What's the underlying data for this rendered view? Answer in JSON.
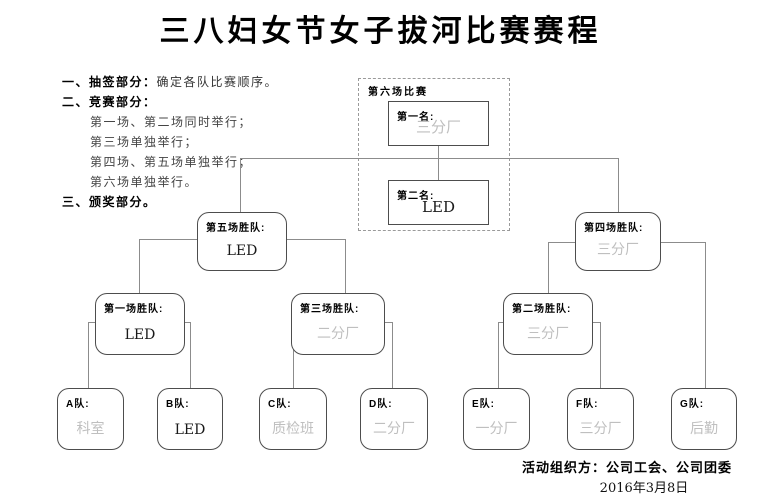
{
  "title": "三八妇女节女子拔河比赛赛程",
  "notes": {
    "item1": {
      "label": "一、抽签部分：",
      "text": "确定各队比赛顺序。"
    },
    "item2": {
      "label": "二、竞赛部分："
    },
    "sub": [
      "第一场、第二场同时举行；",
      "第三场单独举行；",
      "第四场、第五场单独举行；",
      "第六场单独举行。"
    ],
    "item3": {
      "label": "三、颁奖部分。"
    }
  },
  "final_group": {
    "label": "第六场比赛",
    "first": {
      "label": "第一名:",
      "value": "三分厂"
    },
    "second": {
      "label": "第二名:",
      "value": "LED"
    }
  },
  "bracket": {
    "round3": [
      {
        "label": "第五场胜队:",
        "value": "LED"
      },
      {
        "label": "第四场胜队:",
        "value": "三分厂"
      }
    ],
    "round2": [
      {
        "label": "第一场胜队:",
        "value": "LED"
      },
      {
        "label": "第三场胜队:",
        "value": "二分厂"
      },
      {
        "label": "第二场胜队:",
        "value": "三分厂"
      }
    ],
    "teams": [
      {
        "label": "A队:",
        "value": "科室"
      },
      {
        "label": "B队:",
        "value": "LED"
      },
      {
        "label": "C队:",
        "value": "质检班"
      },
      {
        "label": "D队:",
        "value": "二分厂"
      },
      {
        "label": "E队:",
        "value": "一分厂"
      },
      {
        "label": "F队:",
        "value": "三分厂"
      },
      {
        "label": "G队:",
        "value": "后勤"
      }
    ]
  },
  "footer": {
    "organizer_label": "活动组织方：",
    "organizer": "公司工会、公司团委",
    "date": "2016年3月8日"
  },
  "colors": {
    "line": "#8c8c8c",
    "box_border": "#4d4d4d",
    "muted_value": "#bfbfbf",
    "text": "#1a1a1a"
  }
}
